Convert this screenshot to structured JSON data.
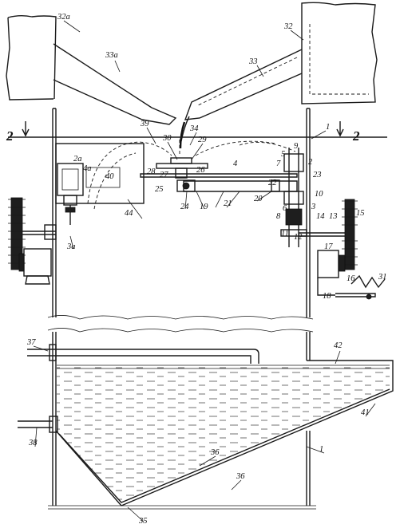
{
  "figure": {
    "section_markers": [
      "2",
      "2"
    ],
    "labels": {
      "l32a": "32a",
      "l32": "32",
      "l33a": "33a",
      "l33": "33",
      "l39": "39",
      "l34": "34",
      "l30": "30",
      "l29": "29",
      "l1a": "1",
      "l9": "9",
      "l5": "5",
      "l2": "2",
      "l7": "7",
      "l4": "4",
      "l23": "23",
      "l2a": "2a",
      "l4a": "4a",
      "l40": "40",
      "l28": "28",
      "l27": "27",
      "l26": "26",
      "l25": "25",
      "l22": "22",
      "l20": "20",
      "l10": "10",
      "l44": "44",
      "l24": "24",
      "l19": "19",
      "l21": "21",
      "l3": "3",
      "l6": "6",
      "l8": "8",
      "l14": "14",
      "l13": "13",
      "l15": "15",
      "l11": "11",
      "l12": "12",
      "l3a": "3a",
      "l17": "17",
      "l16": "16",
      "l31": "31",
      "l18": "18",
      "l37": "37",
      "l42": "42",
      "l41": "41",
      "l38": "38",
      "l1b": "1",
      "l36a": "36",
      "l36b": "36",
      "l35": "35"
    }
  }
}
